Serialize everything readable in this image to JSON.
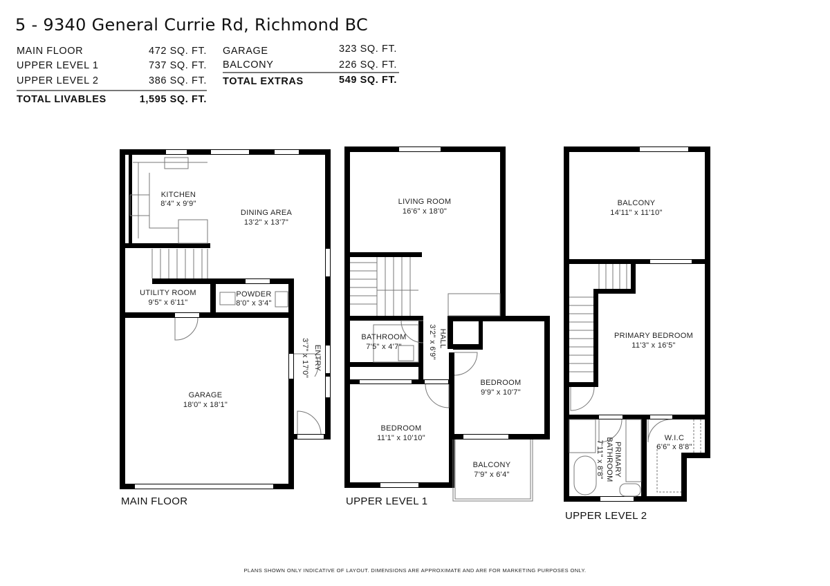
{
  "title": "5 - 9340 General Currie Rd, Richmond BC",
  "livables": [
    {
      "label": "MAIN FLOOR",
      "value": "472 SQ. FT."
    },
    {
      "label": "UPPER LEVEL 1",
      "value": "737 SQ. FT."
    },
    {
      "label": "UPPER LEVEL 2",
      "value": "386 SQ. FT."
    }
  ],
  "total_livables": {
    "label": "TOTAL LIVABLES",
    "value": "1,595 SQ. FT."
  },
  "extras": [
    {
      "label": "GARAGE",
      "value": "323 SQ. FT."
    },
    {
      "label": "BALCONY",
      "value": "226 SQ. FT."
    }
  ],
  "total_extras": {
    "label": "TOTAL EXTRAS",
    "value": "549 SQ. FT."
  },
  "levels": {
    "main": {
      "name": "MAIN FLOOR",
      "rooms": {
        "kitchen": {
          "name": "KITCHEN",
          "size": "8'4\" x 9'9\""
        },
        "dining": {
          "name": "DINING AREA",
          "size": "13'2\" x 13'7\""
        },
        "utility": {
          "name": "UTILITY ROOM",
          "size": "9'5\" x 6'11\""
        },
        "powder": {
          "name": "POWDER",
          "size": "8'0\" x 3'4\""
        },
        "entry": {
          "name": "ENTRY",
          "size": "3'7\" x 17'0\""
        },
        "garage": {
          "name": "GARAGE",
          "size": "18'0\" x 18'1\""
        }
      }
    },
    "upper1": {
      "name": "UPPER LEVEL 1",
      "rooms": {
        "living": {
          "name": "LIVING ROOM",
          "size": "16'6\" x 18'0\""
        },
        "bathroom": {
          "name": "BATHROOM",
          "size": "7'5\" x 4'7\""
        },
        "hall": {
          "name": "HALL",
          "size": "3'2\" x 6'9\""
        },
        "bedroom2": {
          "name": "BEDROOM",
          "size": "9'9\" x 10'7\""
        },
        "bedroom1": {
          "name": "BEDROOM",
          "size": "11'1\" x 10'10\""
        },
        "balcony": {
          "name": "BALCONY",
          "size": "7'9\" x 6'4\""
        }
      }
    },
    "upper2": {
      "name": "UPPER LEVEL 2",
      "rooms": {
        "balcony": {
          "name": "BALCONY",
          "size": "14'11\" x 11'10\""
        },
        "primary_bedroom": {
          "name": "PRIMARY BEDROOM",
          "size": "11'3\" x 16'5\""
        },
        "primary_bath": {
          "name1": "PRIMARY",
          "name2": "BATHROOM",
          "size": "7'11\" x 8'8\""
        },
        "wic": {
          "name": "W.I.C",
          "size": "6'6\" x 8'8\""
        }
      }
    }
  },
  "footer": "PLANS SHOWN ONLY INDICATIVE OF LAYOUT. DIMENSIONS ARE APPROXIMATE AND ARE FOR MARKETING PURPOSES ONLY.",
  "colors": {
    "wall": "#000000",
    "fixture": "#888888",
    "rule": "#777777"
  }
}
